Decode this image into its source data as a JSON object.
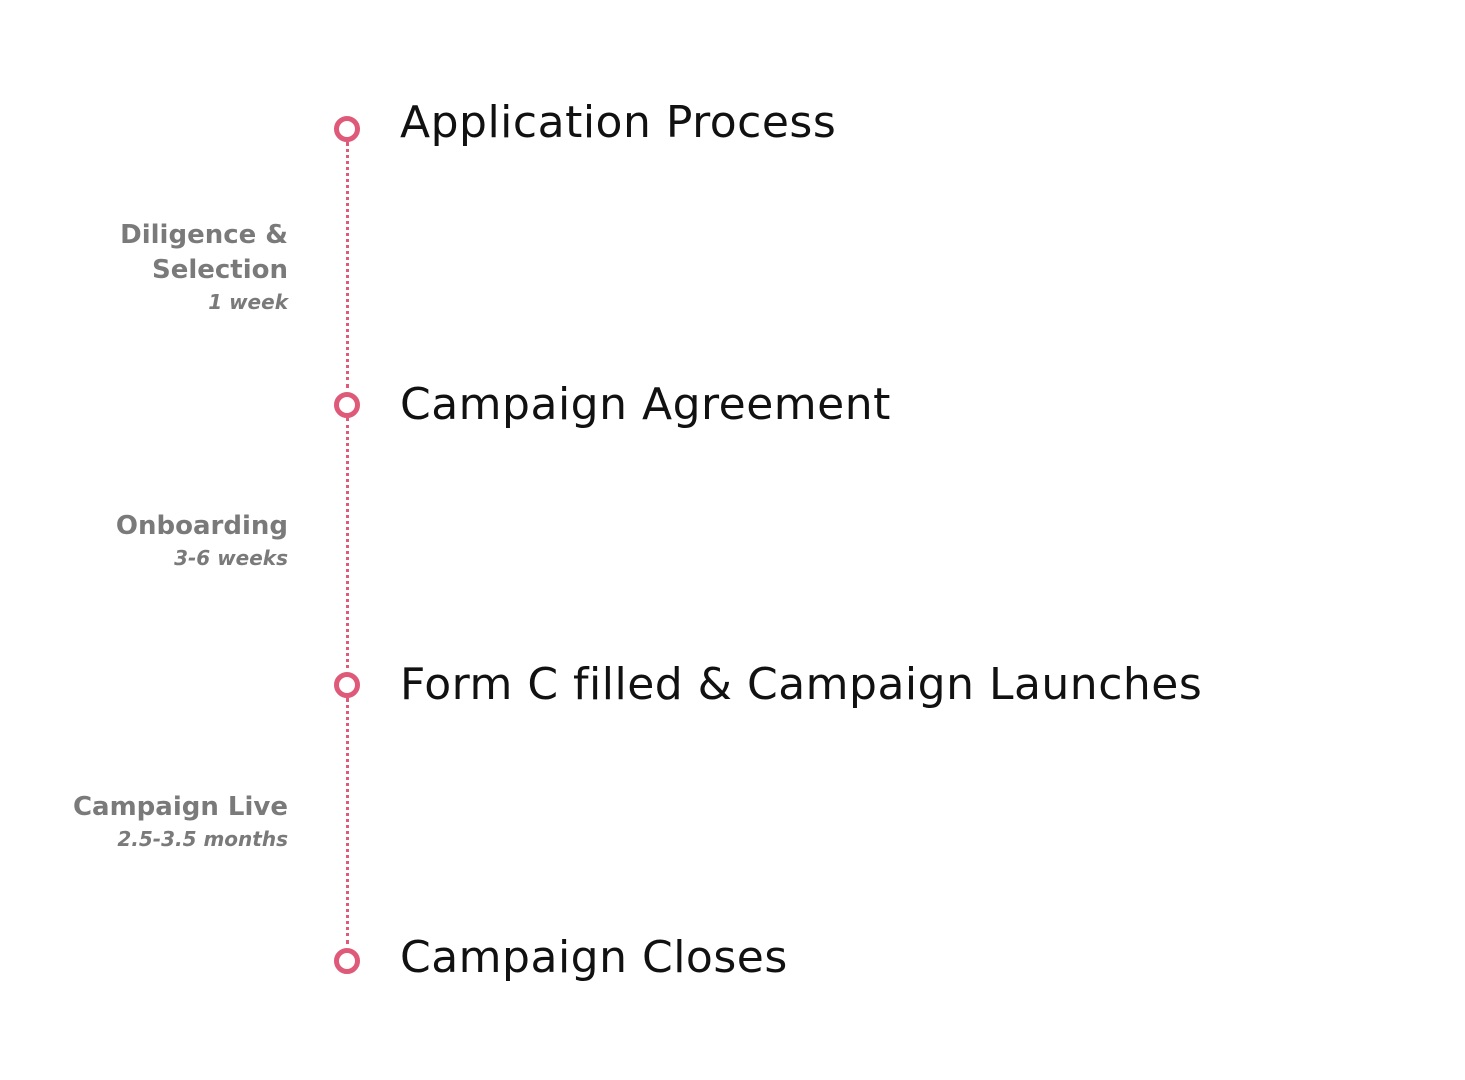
{
  "accent_color": "#de5a78",
  "milestones": [
    {
      "label": "Application Process"
    },
    {
      "label": "Campaign Agreement"
    },
    {
      "label": "Form C filled & Campaign Launches"
    },
    {
      "label": "Campaign Closes"
    }
  ],
  "phases": [
    {
      "name_lines": [
        "Diligence &",
        "Selection"
      ],
      "duration": "1 week"
    },
    {
      "name_lines": [
        "Onboarding"
      ],
      "duration": "3-6 weeks"
    },
    {
      "name_lines": [
        "Campaign Live"
      ],
      "duration": "2.5-3.5 months"
    }
  ]
}
